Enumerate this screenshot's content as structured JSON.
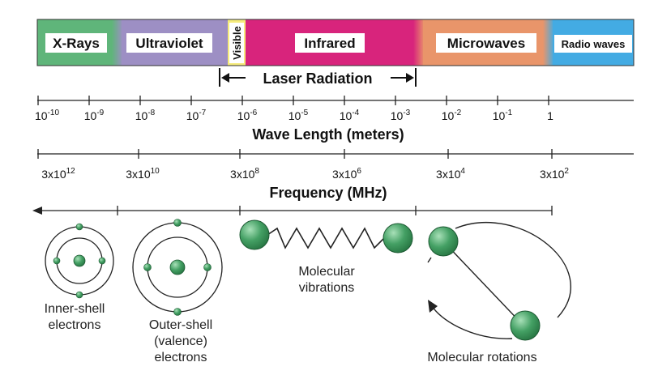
{
  "bands": [
    {
      "label": "X-Rays",
      "color": "#5fb57a"
    },
    {
      "label": "Ultraviolet",
      "color": "#9d8fc4"
    },
    {
      "label": "Visible",
      "color": "#f6ec7c"
    },
    {
      "label": "Infrared",
      "color": "#d8247c"
    },
    {
      "label": "Microwaves",
      "color": "#e9956a"
    },
    {
      "label": "Radio waves",
      "color": "#43abe3"
    }
  ],
  "laser": {
    "label": "Laser Radiation"
  },
  "wavelength_axis": {
    "title": "Wave Length (meters)",
    "ticks": [
      {
        "base": "10",
        "exp": "-10"
      },
      {
        "base": "10",
        "exp": "-9"
      },
      {
        "base": "10",
        "exp": "-8"
      },
      {
        "base": "10",
        "exp": "-7"
      },
      {
        "base": "10",
        "exp": "-6"
      },
      {
        "base": "10",
        "exp": "-5"
      },
      {
        "base": "10",
        "exp": "-4"
      },
      {
        "base": "10",
        "exp": "-3"
      },
      {
        "base": "10",
        "exp": "-2"
      },
      {
        "base": "10",
        "exp": "-1"
      },
      {
        "base": "1",
        "exp": ""
      }
    ]
  },
  "frequency_axis": {
    "title": "Frequency (MHz)",
    "ticks": [
      {
        "base": "3x10",
        "exp": "12"
      },
      {
        "base": "3x10",
        "exp": "10"
      },
      {
        "base": "3x10",
        "exp": "8"
      },
      {
        "base": "3x10",
        "exp": "6"
      },
      {
        "base": "3x10",
        "exp": "4"
      },
      {
        "base": "3x10",
        "exp": "2"
      }
    ]
  },
  "captions": {
    "inner_shell": [
      "Inner-shell",
      "electrons"
    ],
    "outer_shell": [
      "Outer-shell",
      "(valence)",
      "electrons"
    ],
    "vibrations": [
      "Molecular",
      "vibrations"
    ],
    "rotations": [
      "Molecular rotations"
    ]
  },
  "colors": {
    "atom_fill": "#3f9a5e",
    "atom_light": "#8fd3a4",
    "line": "#222222"
  }
}
